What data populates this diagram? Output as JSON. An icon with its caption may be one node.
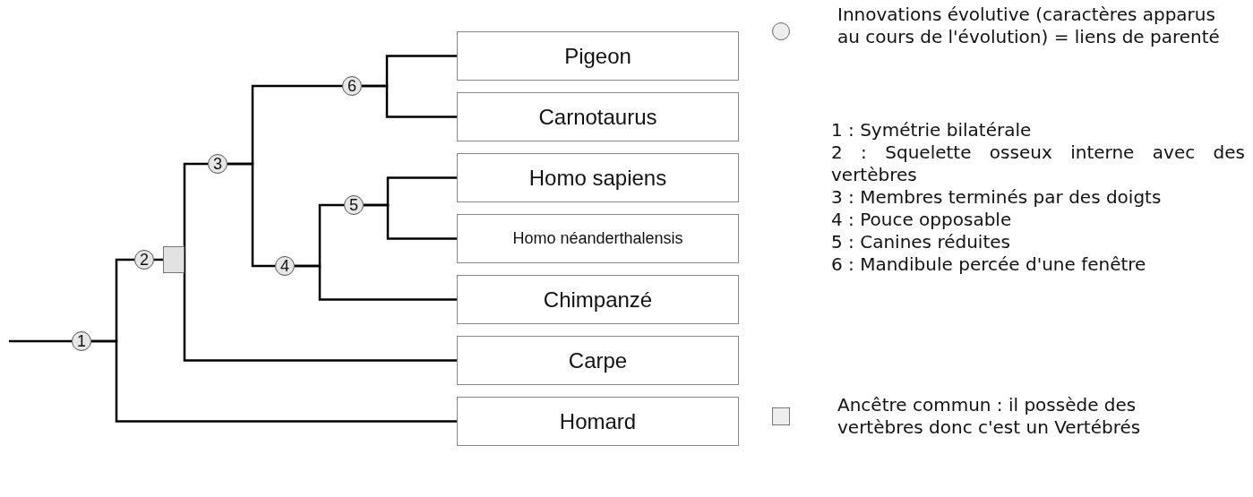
{
  "diagram": {
    "nodes": [
      {
        "text": [
          "Pigeon"
        ]
      },
      {
        "text": [
          "Carnotaurus"
        ]
      },
      {
        "text": [
          "Homo sapiens"
        ]
      },
      {
        "text": [
          "Homo néanderthalensis"
        ]
      },
      {
        "text": [
          "Chimpanzé"
        ]
      },
      {
        "text": [
          "Carpe"
        ]
      },
      {
        "text": [
          "Homard"
        ]
      },
      {
        "text": [
          "1"
        ]
      },
      {
        "text": [
          "2"
        ]
      },
      {
        "text": [],
        "shape": "box"
      },
      {
        "text": [
          "3"
        ]
      },
      {
        "text": [
          "4"
        ]
      },
      {
        "text": [
          "5"
        ]
      },
      {
        "text": [
          "6"
        ]
      }
    ],
    "edges": [
      {
        "from": null,
        "to": 7,
        "arrow": "none"
      },
      {
        "from": 7,
        "to": 8,
        "arrow": "none"
      },
      {
        "from": 7,
        "to": 6,
        "arrow": "none"
      },
      {
        "from": 8,
        "to": 9,
        "arrow": "none"
      },
      {
        "from": 9,
        "to": 10,
        "arrow": "none"
      },
      {
        "from": 9,
        "to": 5,
        "arrow": "none"
      },
      {
        "from": 10,
        "to": 13,
        "arrow": "none"
      },
      {
        "from": 10,
        "to": 11,
        "arrow": "none"
      },
      {
        "from": 13,
        "to": 0,
        "arrow": "none"
      },
      {
        "from": 13,
        "to": 1,
        "arrow": "none"
      },
      {
        "from": 11,
        "to": 12,
        "arrow": "none"
      },
      {
        "from": 11,
        "to": 4,
        "arrow": "none"
      },
      {
        "from": 12,
        "to": 2,
        "arrow": "none"
      },
      {
        "from": 12,
        "to": 3,
        "arrow": "none"
      }
    ],
    "labels": [
      "1 : Symétrie bilatérale",
      "2 : Squelette osseux interne avec des vertèbres",
      "3 : Membres terminés par des doigts",
      "4 : Pouce opposable",
      "5 : Canines réduites",
      "6 : Mandibule percée d'une fenêtre"
    ],
    "legend": [
      {
        "text": "Innovations évolutive (caractères apparus au cours de l'évolution) = liens de parenté"
      },
      {
        "text": "Ancêtre commun : il possède des vertèbres donc c'est un Vertébrés"
      }
    ]
  }
}
